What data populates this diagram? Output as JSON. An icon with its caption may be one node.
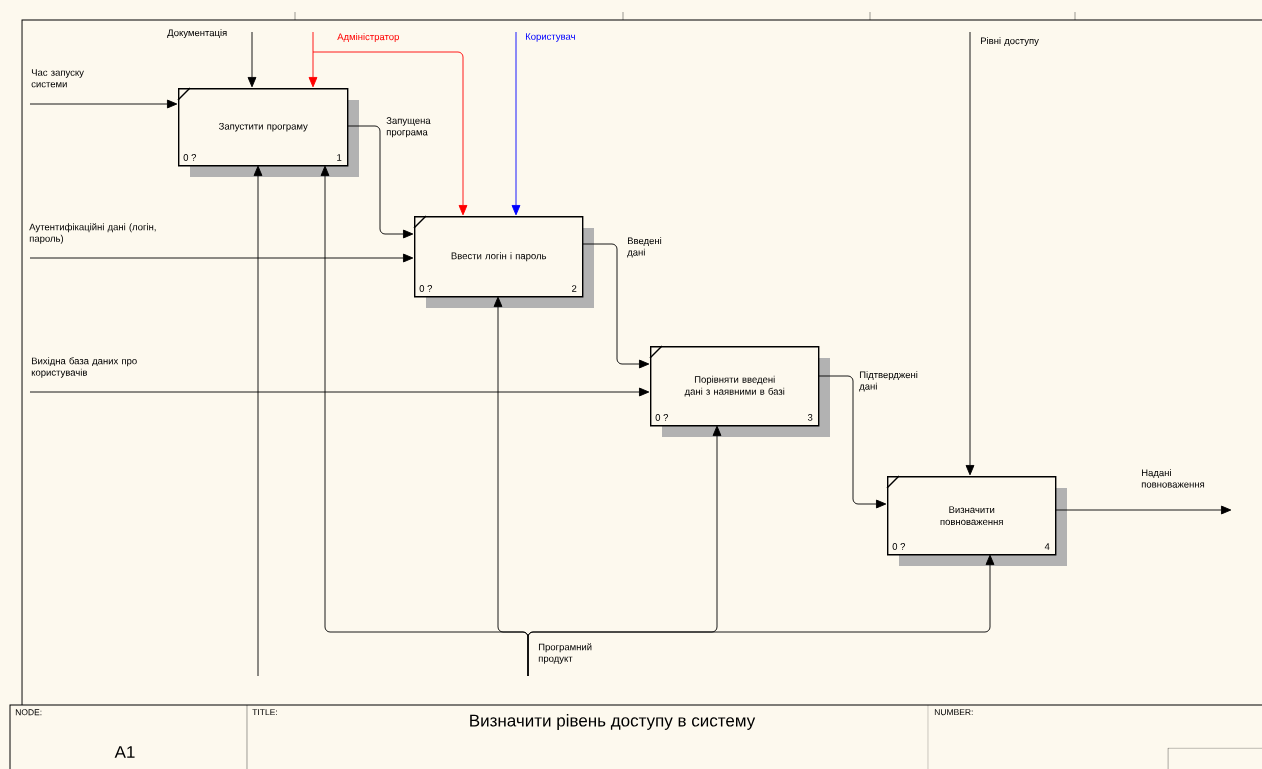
{
  "diagram": {
    "title": "Визначити рівень доступу в систему",
    "nodes": [
      {
        "text": [
          "Запустити програму",
          "0 ?",
          "1"
        ]
      },
      {
        "text": [
          "Ввести логін і пароль",
          "0 ?",
          "2"
        ]
      },
      {
        "text": [
          "Порівняти введені дані з наявними в базі",
          "0 ?",
          "3"
        ]
      },
      {
        "text": [
          "Визначити повноваження",
          "0 ?",
          "4"
        ]
      }
    ],
    "edges": [
      {
        "from": null,
        "to": 0,
        "arrow": "to",
        "label": "Час запуску системи"
      },
      {
        "from": null,
        "to": 0,
        "arrow": "to",
        "label": "Документація"
      },
      {
        "from": null,
        "to": 0,
        "arrow": "to",
        "label": "Адміністратор",
        "color": "#ff0000"
      },
      {
        "from": null,
        "to": 1,
        "arrow": "to",
        "color": "#ff0000"
      },
      {
        "from": null,
        "to": 1,
        "arrow": "to",
        "label": "Користувач",
        "color": "#0000ff"
      },
      {
        "from": 0,
        "to": 1,
        "arrow": "to",
        "label": "Запущена програма"
      },
      {
        "from": null,
        "to": 1,
        "arrow": "to",
        "label": "Аутентифікаційні дані (логін, пароль)"
      },
      {
        "from": 1,
        "to": 2,
        "arrow": "to",
        "label": "Введені дані"
      },
      {
        "from": null,
        "to": 2,
        "arrow": "to",
        "label": "Вихідна база даних про користувачів"
      },
      {
        "from": 2,
        "to": 3,
        "arrow": "to",
        "label": "Підтверджені дані"
      },
      {
        "from": null,
        "to": 3,
        "arrow": "to",
        "label": "Рівні доступу"
      },
      {
        "from": 3,
        "to": null,
        "arrow": "to",
        "label": "Надані повноваження"
      },
      {
        "from": null,
        "to": 0,
        "arrow": "to"
      },
      {
        "from": null,
        "to": 0,
        "arrow": "to",
        "label": "Програмний продукт"
      },
      {
        "from": null,
        "to": 1,
        "arrow": "to"
      },
      {
        "from": null,
        "to": 2,
        "arrow": "to"
      },
      {
        "from": null,
        "to": 3,
        "arrow": "to"
      }
    ],
    "labels": [
      "NODE:",
      "TITLE:",
      "NUMBER:",
      "A1"
    ]
  }
}
